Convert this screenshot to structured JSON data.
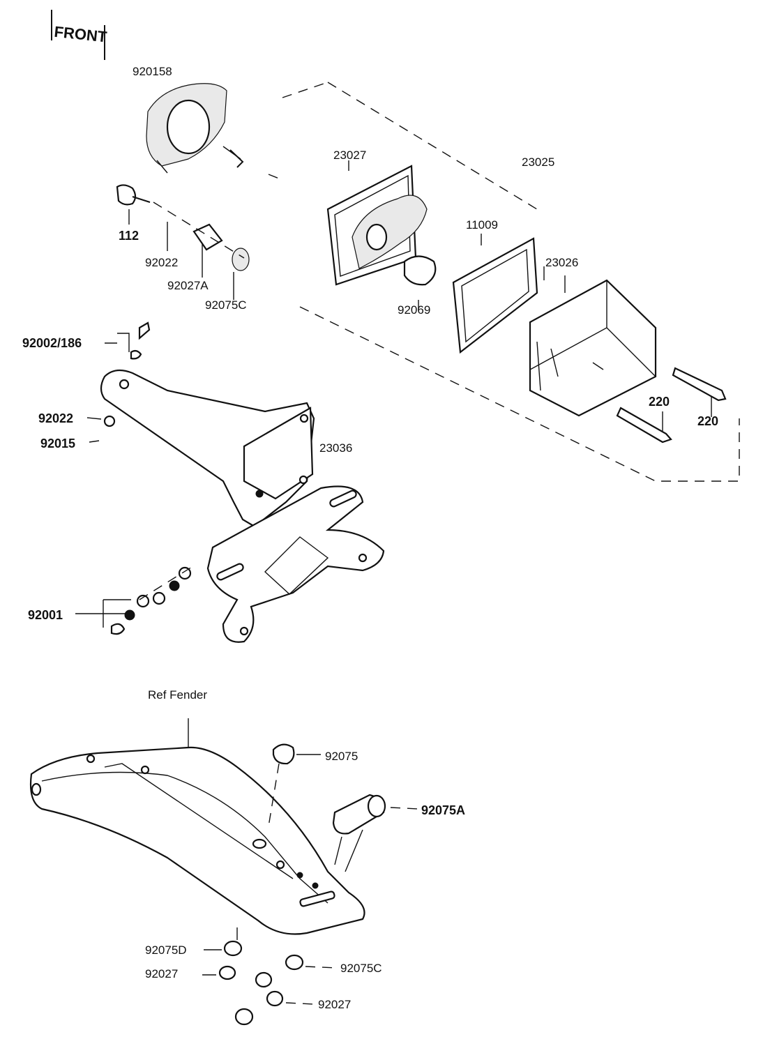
{
  "badge": {
    "text": "FRONT"
  },
  "labels": {
    "p920158": "920158",
    "p23027": "23027",
    "p23025": "23025",
    "p112": "112",
    "p11009": "11009",
    "p92022_top": "92022",
    "p23026": "23026",
    "p92027A": "92027A",
    "p92075C_top": "92075C",
    "p92069": "92069",
    "p92002_186": "92002/186",
    "p220_a": "220",
    "p220_b": "220",
    "p92022_mid": "92022",
    "p92015": "92015",
    "p23036": "23036",
    "p92001": "92001",
    "ref_fender": "Ref Fender",
    "p92075": "92075",
    "p92075A": "92075A",
    "p92075D": "92075D",
    "p92027_left": "92027",
    "p92075C_bottom": "92075C",
    "p92027_right": "92027"
  }
}
